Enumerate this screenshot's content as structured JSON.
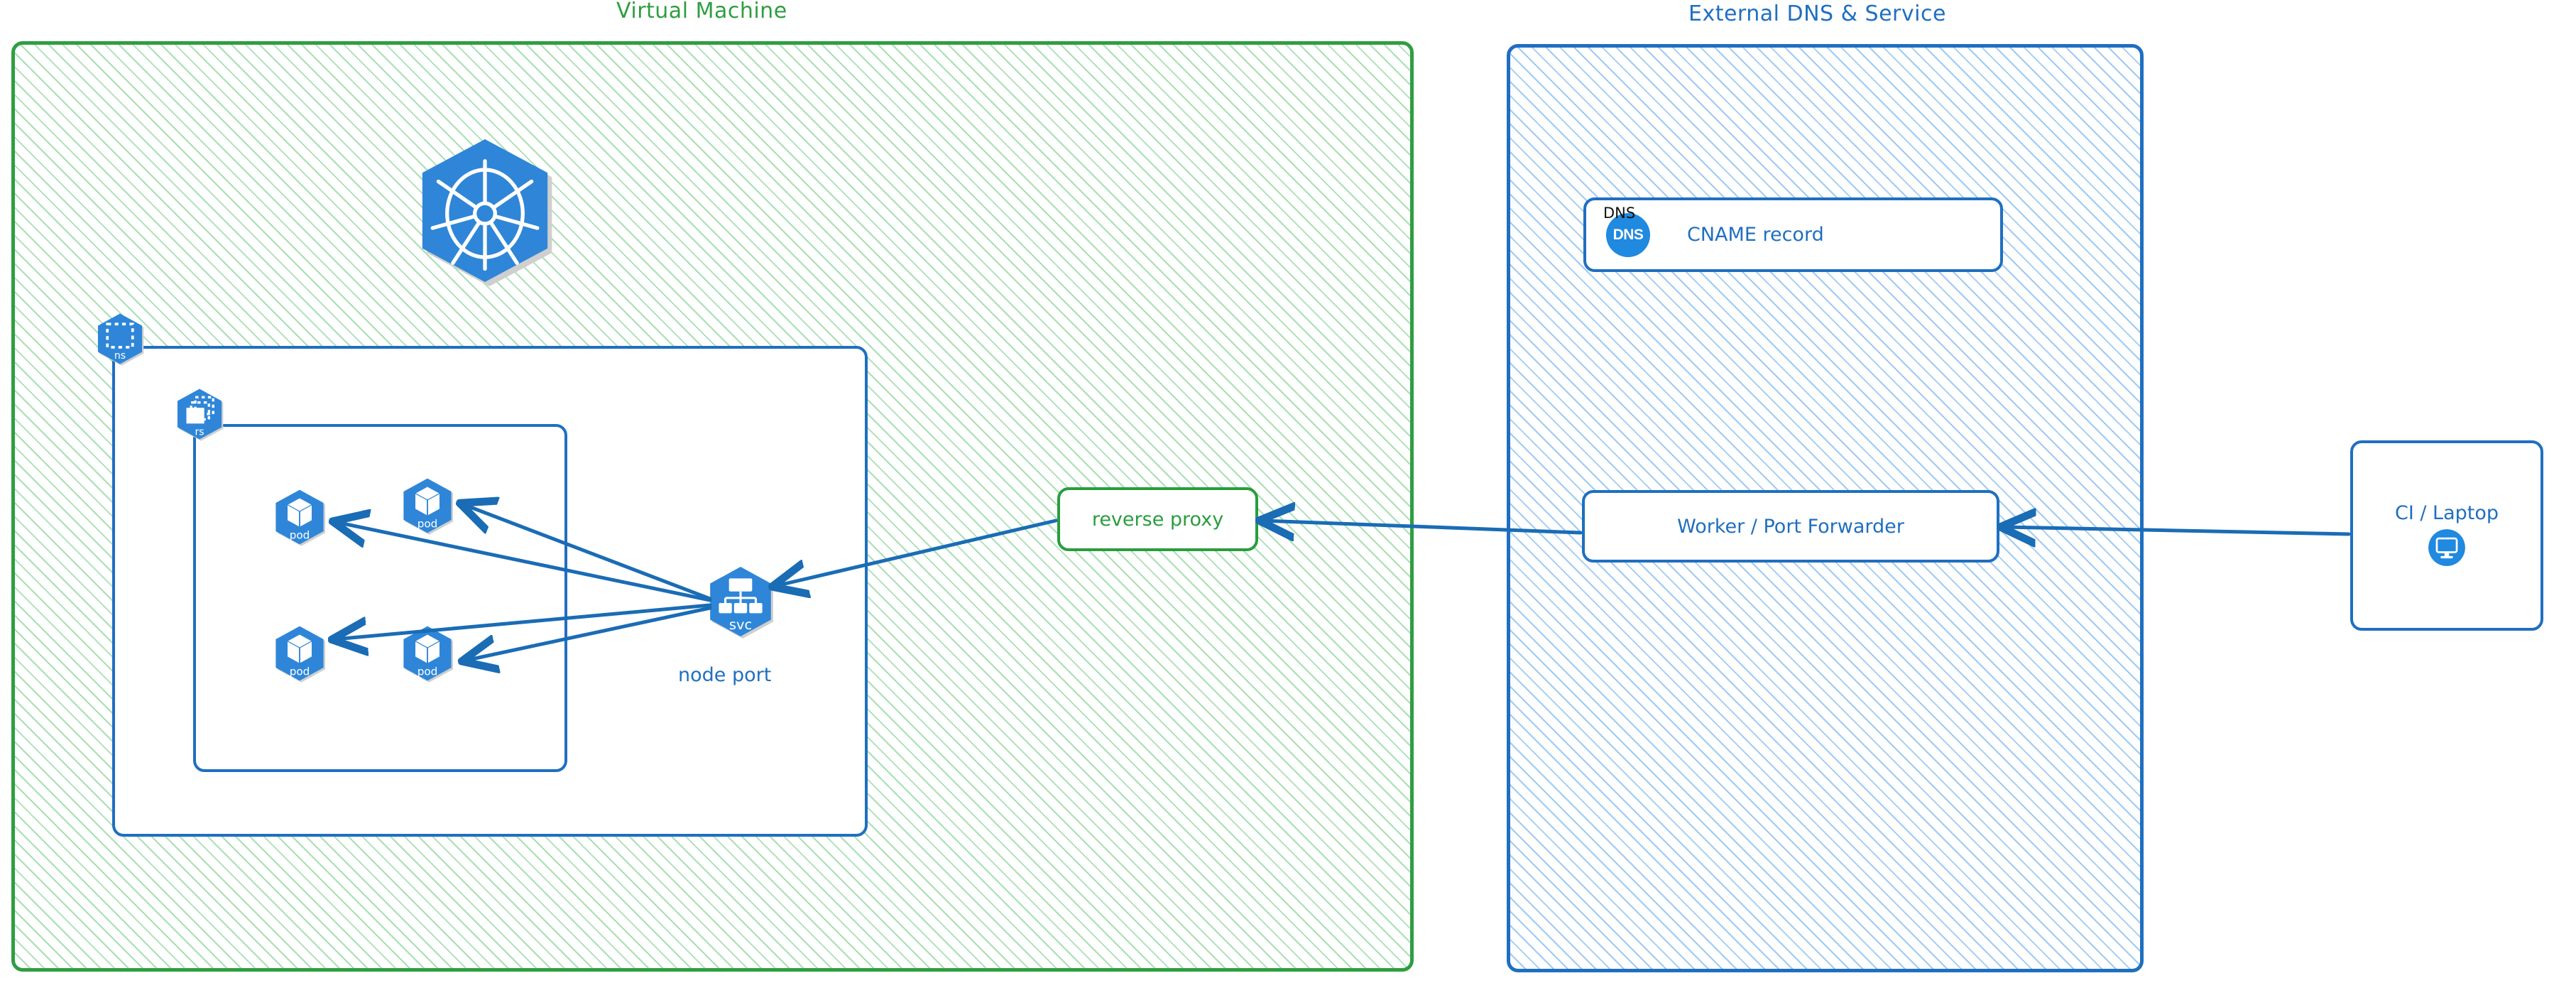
{
  "diagram": {
    "type": "architecture-diagram",
    "style": "hand-drawn-excalidraw",
    "colors": {
      "green_border": "#2f9e41",
      "green_hatch": "#a8e0b4",
      "blue_border": "#1f6fc0",
      "blue_hatch": "#9ecbf5",
      "kubernetes_blue": "#2089e0",
      "arrow": "#1a6cb5"
    }
  },
  "panels": {
    "vm": {
      "title": "Virtual Machine"
    },
    "external": {
      "title": "External DNS & Service"
    }
  },
  "kubernetes": {
    "logo_name": "kubernetes-helm-wheel",
    "namespace_badge": "ns",
    "replicaset_badge": "rs",
    "service_badge": "svc",
    "service_caption": "node port",
    "pods": [
      {
        "badge": "pod"
      },
      {
        "badge": "pod"
      },
      {
        "badge": "pod"
      },
      {
        "badge": "pod"
      }
    ]
  },
  "cards": {
    "reverse_proxy": {
      "label": "reverse proxy"
    },
    "dns_record": {
      "header": "DNS",
      "badge_text": "DNS",
      "label": "CNAME record"
    },
    "worker": {
      "label": "Worker / Port Forwarder"
    },
    "client": {
      "label": "CI / Laptop",
      "icon": "desktop-monitor-icon"
    }
  },
  "edges": [
    {
      "from": "service",
      "to": "pod-1"
    },
    {
      "from": "service",
      "to": "pod-2"
    },
    {
      "from": "service",
      "to": "pod-3"
    },
    {
      "from": "service",
      "to": "pod-4"
    },
    {
      "from": "reverse-proxy",
      "to": "service"
    },
    {
      "from": "worker",
      "to": "reverse-proxy"
    },
    {
      "from": "client",
      "to": "worker"
    }
  ]
}
